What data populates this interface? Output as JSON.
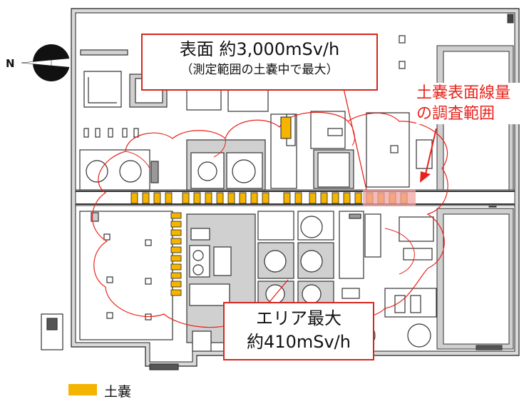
{
  "compass": {
    "north_label": "N"
  },
  "callout_surface": {
    "line1": "表面 約3,000mSv/h",
    "line2": "（測定範囲の土嚢中で最大）"
  },
  "callout_area": {
    "line1": "エリア最大",
    "line2": "約410mSv/h"
  },
  "survey_label": {
    "line1": "土嚢表面線量",
    "line2": "の調査範囲"
  },
  "legend": {
    "label": "土嚢",
    "color": "#f5b400"
  },
  "colors": {
    "sandbag": "#f5b400",
    "sandbag_surveyed": "#f2a3a3",
    "annotation_red": "#e8231c",
    "wall_fill": "#c8c8c8"
  }
}
